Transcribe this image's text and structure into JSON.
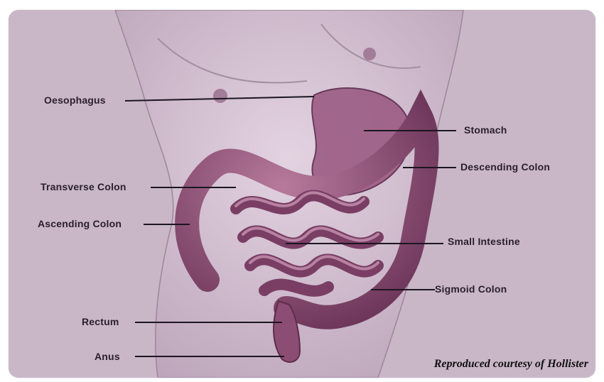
{
  "labels": {
    "oesophagus": "Oesophagus",
    "stomach": "Stomach",
    "descending_colon": "Descending Colon",
    "transverse_colon": "Transverse Colon",
    "ascending_colon": "Ascending Colon",
    "small_intestine": "Small Intestine",
    "sigmoid_colon": "Sigmoid Colon",
    "rectum": "Rectum",
    "anus": "Anus"
  },
  "credit": "Reproduced courtesy of Hollister",
  "colors": {
    "background": "#c9b7c8",
    "skin": "#d9c7d8",
    "organ": "#8c4d74",
    "organ_dark": "#5e2c4c",
    "leader_line": "#1c1620"
  }
}
